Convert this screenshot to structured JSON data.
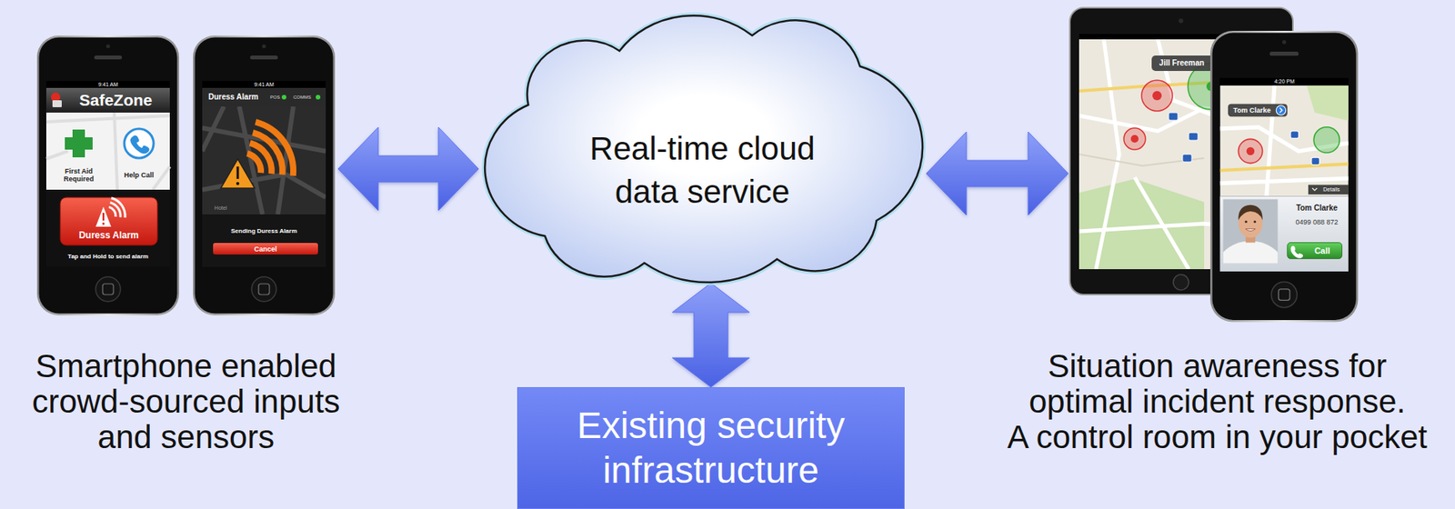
{
  "diagram": {
    "nodes": [
      {
        "text": [
          "Smartphone enabled crowd-sourced inputs and sensors"
        ]
      },
      {
        "text": [
          "Real-time cloud data service"
        ]
      },
      {
        "text": [
          "Situation awareness for optimal incident response.",
          "A control room in your pocket"
        ]
      },
      {
        "text": [
          "Existing security infrastructure"
        ]
      }
    ],
    "edges": [
      {
        "from": 0,
        "to": 1,
        "arrow": "both"
      },
      {
        "from": 1,
        "to": 2,
        "arrow": "both"
      },
      {
        "from": 1,
        "to": 3,
        "arrow": "both"
      }
    ],
    "labels": [
      "9:41 AM",
      "SafeZone",
      "First Aid Required",
      "Help Call",
      "Duress Alarm",
      "Tap and Hold to send alarm",
      "9:41 AM",
      "Duress Alarm",
      "POS",
      "COMMS",
      "Hotel",
      "Sending Duress Alarm",
      "Cancel",
      "Jill Freeman",
      "4:20 PM",
      "Tom Clarke",
      "Details",
      "Tom Clarke",
      "0499 088 872",
      "Call"
    ]
  }
}
